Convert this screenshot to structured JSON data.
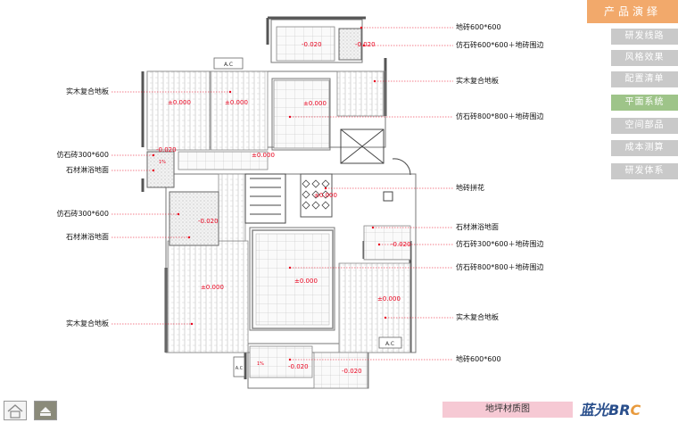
{
  "left_labels": [
    {
      "text": "实木复合地板"
    },
    {
      "text": "仿石砖300*600"
    },
    {
      "text": "石材淋浴地面"
    },
    {
      "text": "仿石砖300*600"
    },
    {
      "text": "石材淋浴地面"
    },
    {
      "text": "实木复合地板"
    }
  ],
  "right_labels": [
    {
      "text": "地砖600*600"
    },
    {
      "text": "仿石砖600*600＋地砖围边"
    },
    {
      "text": "实木复合地板"
    },
    {
      "text": "仿石砖800*800＋地砖围边"
    },
    {
      "text": "地砖拼花"
    },
    {
      "text": "石材淋浴地面"
    },
    {
      "text": "仿石砖300*600＋地砖围边"
    },
    {
      "text": "仿石砖800*800＋地砖围边"
    },
    {
      "text": "实木复合地板"
    },
    {
      "text": "地砖600*600"
    }
  ],
  "levels": [
    "±0.000",
    "-0.020",
    "-0.020",
    "-0.020"
  ],
  "plan_marks": {
    "ac": "A.C",
    "slope": "1%"
  },
  "sidebar": {
    "header": "产品演绎",
    "items": [
      "研发线路",
      "风格效果",
      "配置清单",
      "平面系统",
      "空间部品",
      "成本测算",
      "研发体系"
    ],
    "active_index": 3
  },
  "caption": "地坪材质图",
  "logo": {
    "cn": "蓝光",
    "latin": "BR",
    "accent": "C"
  },
  "colors": {
    "accent_orange": "#f2a96b",
    "active_green": "#9ec489",
    "inactive_gray": "#c9c9c9",
    "caption_pink": "#f6c9d4",
    "level_red": "#e8001c",
    "wall": "#555555"
  }
}
